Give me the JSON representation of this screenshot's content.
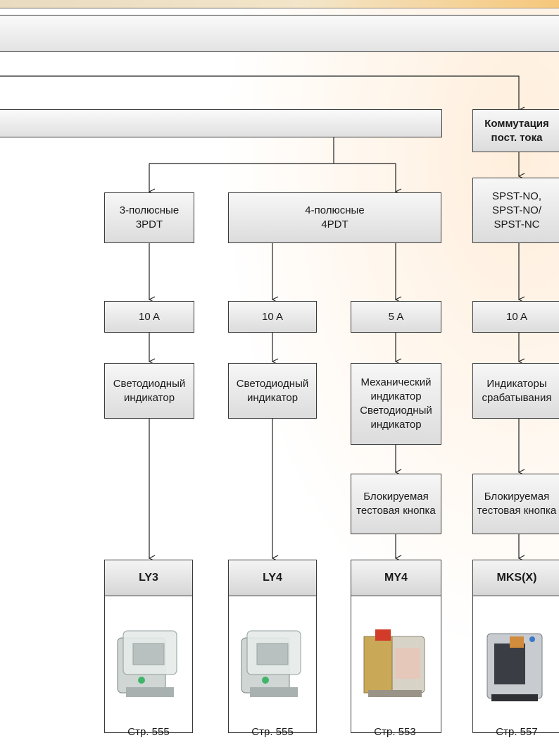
{
  "diagram": {
    "dc_switching": "Коммутация пост. тока",
    "poles_3": "3-полюсные 3PDT",
    "poles_4": "4-полюсные 4PDT",
    "spst": "SPST-NO, SPST-NO/ SPST-NC",
    "current_ly3": "10 A",
    "current_ly4": "10 A",
    "current_my4": "5 A",
    "current_mks": "10 A",
    "indicator_ly3": "Светодиодный индикатор",
    "indicator_ly4": "Светодиодный индикатор",
    "indicator_my4": "Механический индикатор Светодиодный индикатор",
    "indicator_mks": "Индикаторы срабатывания",
    "test_button_my4": "Блокируемая тестовая кнопка",
    "test_button_mks": "Блокируемая тестовая кнопка"
  },
  "products": [
    {
      "name": "LY3",
      "page": "Стр. 555",
      "icon": "relay-ly3-photo"
    },
    {
      "name": "LY4",
      "page": "Стр. 555",
      "icon": "relay-ly4-photo"
    },
    {
      "name": "MY4",
      "page": "Стр. 553",
      "icon": "relay-my4-photo"
    },
    {
      "name": "MKS(X)",
      "page": "Стр. 557",
      "icon": "relay-mks-photo"
    }
  ]
}
